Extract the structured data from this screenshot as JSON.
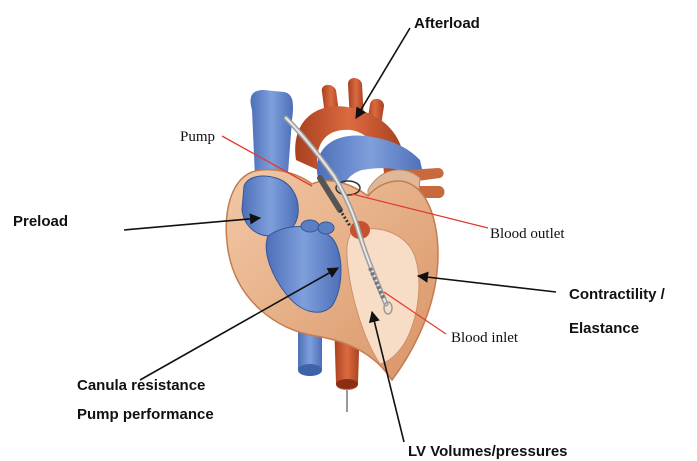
{
  "labels": {
    "afterload": "Afterload",
    "pump": "Pump",
    "preload": "Preload",
    "blood_outlet": "Blood outlet",
    "contractility": "Contractility /",
    "elastance": "Elastance",
    "blood_inlet": "Blood inlet",
    "canula_resistance": "Canula resistance",
    "pump_performance": "Pump performance",
    "lv_volumes": "LV Volumes/pressures"
  },
  "colors": {
    "myocardium": "#e9b48e",
    "myocardium_dark": "#c97a4f",
    "chamber_fill": "#f6d9c0",
    "arterial_red": "#c8502e",
    "venous_blue": "#5a7fc6",
    "venous_blue_dark": "#3e63a8",
    "black_arrow": "#111111",
    "red_pointer": "#e23b2e"
  }
}
